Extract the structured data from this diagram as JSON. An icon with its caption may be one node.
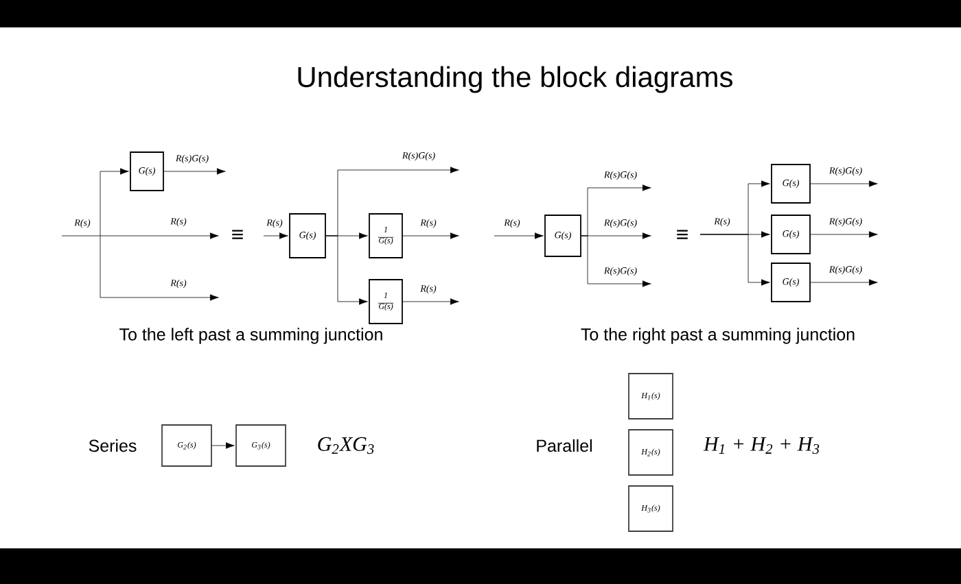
{
  "diagram": {
    "title": "Understanding the block diagrams",
    "nodes": [
      {
        "text": [
          "G(s)"
        ]
      },
      {
        "text": [
          "G(s)"
        ]
      },
      {
        "text": [
          "1",
          "G(s)"
        ]
      },
      {
        "text": [
          "1",
          "G(s)"
        ]
      },
      {
        "text": [
          "G(s)"
        ]
      },
      {
        "text": [
          "G(s)"
        ]
      },
      {
        "text": [
          "G(s)"
        ]
      },
      {
        "text": [
          "G(s)"
        ]
      },
      {
        "text": [
          "G$_{2}$(s)"
        ]
      },
      {
        "text": [
          "G$_{3}$(s)"
        ]
      },
      {
        "text": [
          "H$_{1}$(s)"
        ]
      },
      {
        "text": [
          "H$_{2}$(s)"
        ]
      },
      {
        "text": [
          "H$_{3}$(s)"
        ]
      }
    ],
    "edges": [
      {
        "from": null,
        "to": 0,
        "arrow": "to"
      },
      {
        "from": 0,
        "to": null,
        "arrow": "to",
        "label": "R(s)G(s)"
      },
      {
        "from": null,
        "to": 1,
        "arrow": "to",
        "label": "R(s)"
      },
      {
        "from": 1,
        "to": 2,
        "arrow": "to"
      },
      {
        "from": 1,
        "to": 3,
        "arrow": "to"
      },
      {
        "from": 1,
        "to": null,
        "arrow": "to",
        "label": "R(s)G(s)"
      },
      {
        "from": 2,
        "to": null,
        "arrow": "to",
        "label": "R(s)"
      },
      {
        "from": 3,
        "to": null,
        "arrow": "to",
        "label": "R(s)"
      },
      {
        "from": null,
        "to": 4,
        "arrow": "to",
        "label": "R(s)"
      },
      {
        "from": 4,
        "to": null,
        "arrow": "to",
        "label": "R(s)G(s)"
      },
      {
        "from": 4,
        "to": null,
        "arrow": "to",
        "label": "R(s)G(s)"
      },
      {
        "from": 4,
        "to": null,
        "arrow": "to",
        "label": "R(s)G(s)"
      },
      {
        "from": null,
        "to": 5,
        "arrow": "to"
      },
      {
        "from": null,
        "to": 6,
        "arrow": "to"
      },
      {
        "from": null,
        "to": 7,
        "arrow": "to"
      },
      {
        "from": 5,
        "to": null,
        "arrow": "to",
        "label": "R(s)G(s)"
      },
      {
        "from": 6,
        "to": null,
        "arrow": "to",
        "label": "R(s)G(s)"
      },
      {
        "from": 7,
        "to": null,
        "arrow": "to",
        "label": "R(s)G(s)"
      },
      {
        "from": 8,
        "to": 9,
        "arrow": "to"
      }
    ],
    "labels": [
      "R(s)",
      "R(s)",
      "≡",
      "R(s)",
      "≡",
      "R(s)",
      "To the left past a summing junction",
      "To the right past a summing junction",
      "Series",
      "G$_{2}$XG$_{3}$",
      "Parallel",
      "H$_{1}$ + H$_{2}$ + H$_{3}$"
    ]
  }
}
